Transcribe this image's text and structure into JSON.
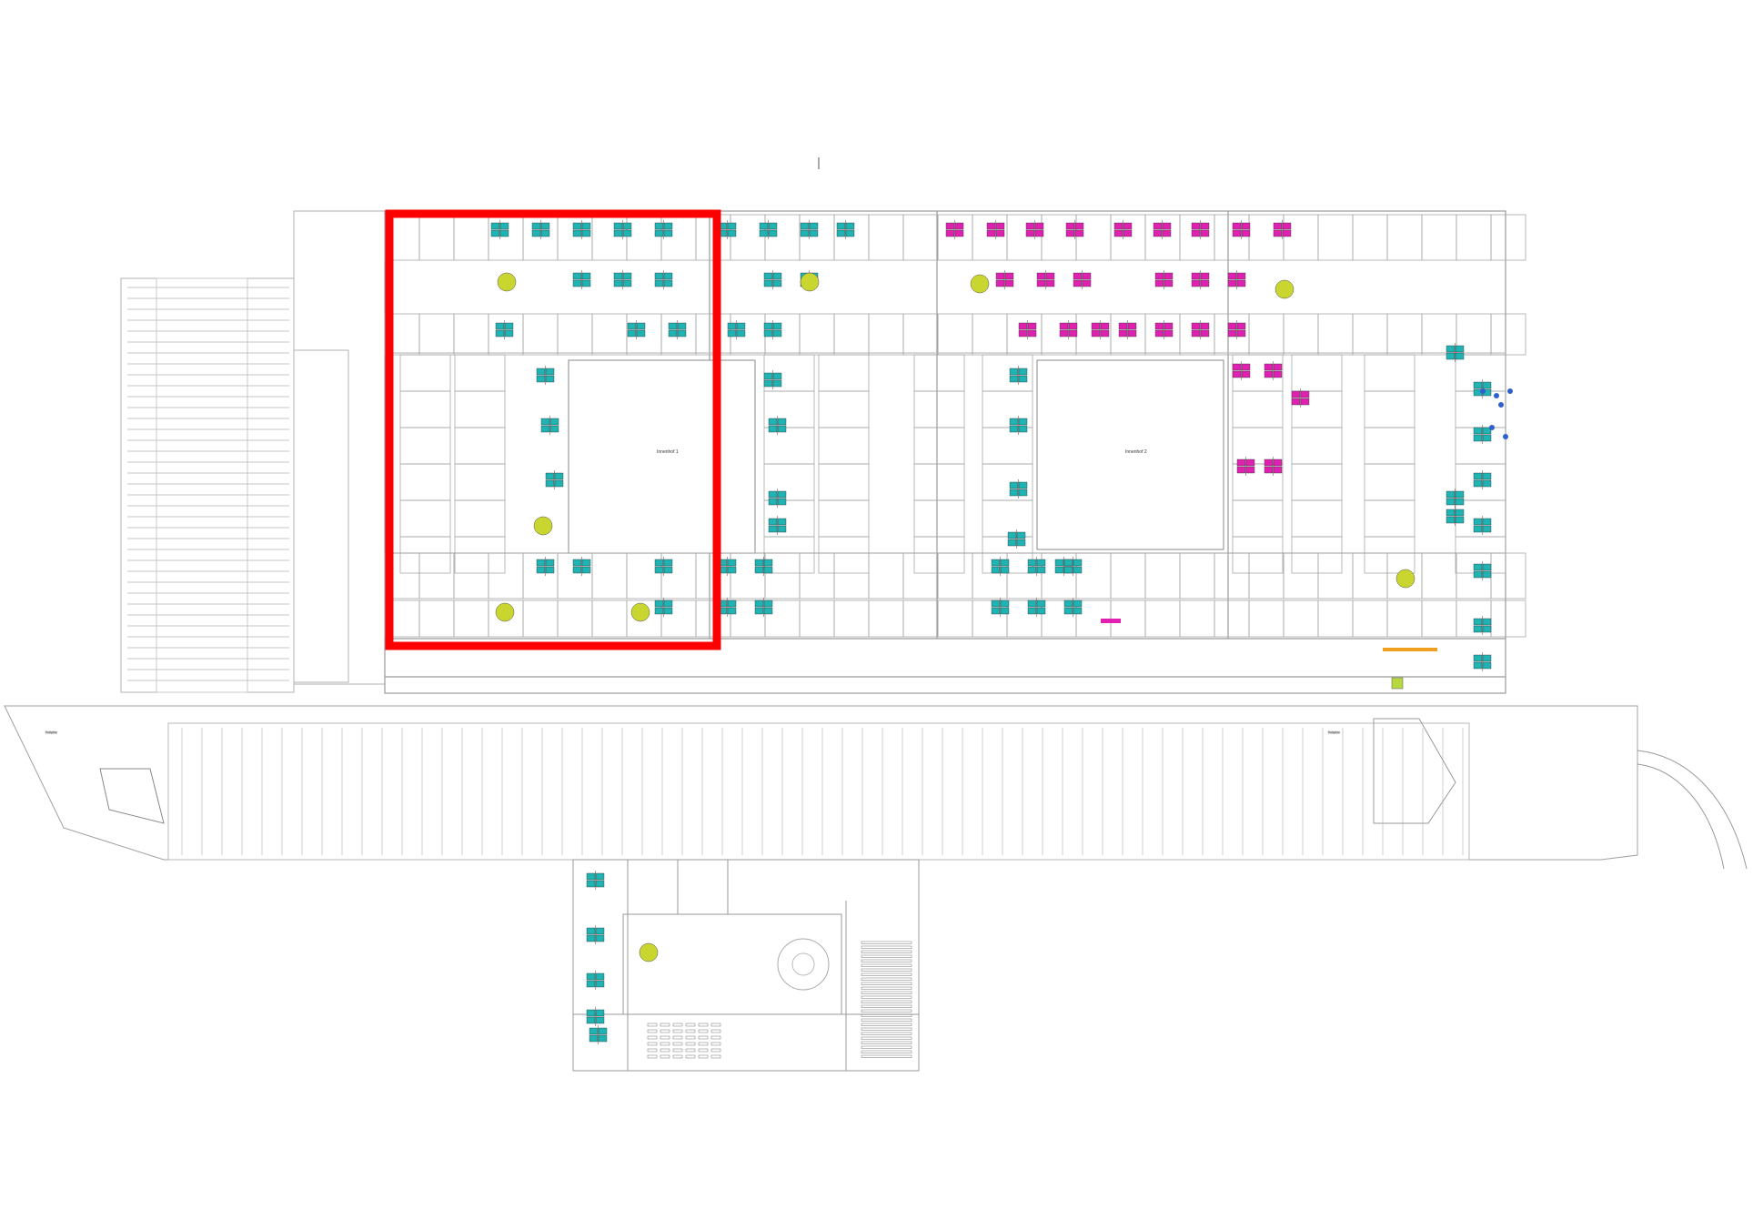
{
  "plan": {
    "courtyards": [
      {
        "id": "courtyard-1",
        "label": "Innenhof 1"
      },
      {
        "id": "courtyard-2",
        "label": "Innenhof 2"
      }
    ],
    "exterior_labels": {
      "west": "Parkplatz",
      "east": "Parkplatz"
    },
    "highlight": {
      "description_color": "#ff0000"
    },
    "desk_colors": {
      "team_a": "#1fb3b3",
      "team_b": "#e020b0",
      "meeting": "#c9d630",
      "accent_orange": "#f0a020",
      "accent_green": "#b8d840"
    },
    "room_count_hint": "many small rooms"
  }
}
